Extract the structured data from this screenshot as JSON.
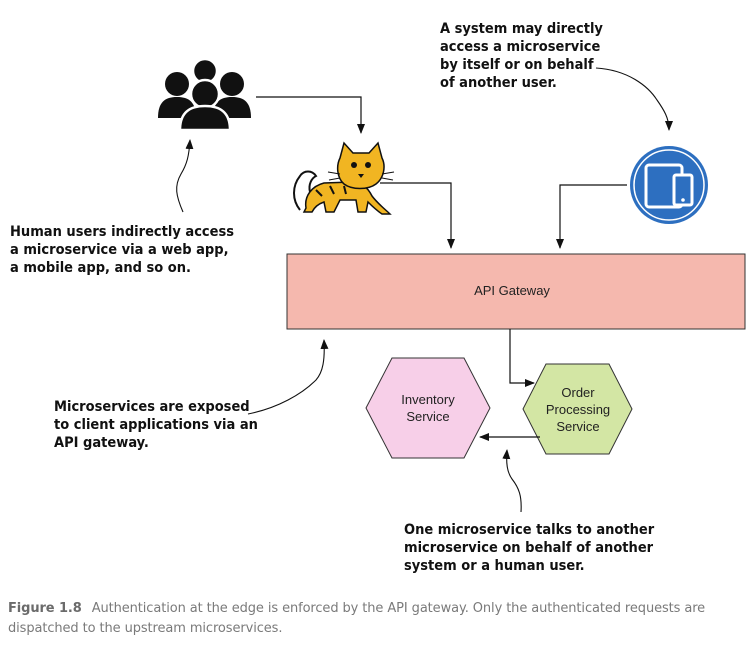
{
  "annotations": {
    "system_access": [
      "A system may directly",
      "access a microservice",
      "by itself or on behalf",
      "of another user."
    ],
    "human_users": [
      "Human users indirectly access",
      "a microservice via a web app,",
      "a mobile app, and so on."
    ],
    "exposed_via_gateway": [
      "Microservices are exposed",
      "to client applications via an",
      "API gateway."
    ],
    "service_to_service": [
      "One microservice talks to another",
      "microservice on behalf of another",
      "system or a human user."
    ]
  },
  "nodes": {
    "api_gateway": "API Gateway",
    "inventory_service": [
      "Inventory",
      "Service"
    ],
    "order_processing_service": [
      "Order",
      "Processing",
      "Service"
    ]
  },
  "icons": {
    "users": "users-group-icon",
    "web_app": "tomcat-cat-icon",
    "devices": "mobile-devices-icon"
  },
  "colors": {
    "gateway_fill": "#f5b8ae",
    "inventory_fill": "#f7cfe8",
    "order_fill": "#d3e6a4",
    "devices_circle": "#2d6fc0"
  },
  "caption": {
    "label": "Figure 1.8",
    "text": "Authentication at the edge is enforced by the API gateway. Only the authenticated requests are dispatched to the upstream microservices."
  }
}
